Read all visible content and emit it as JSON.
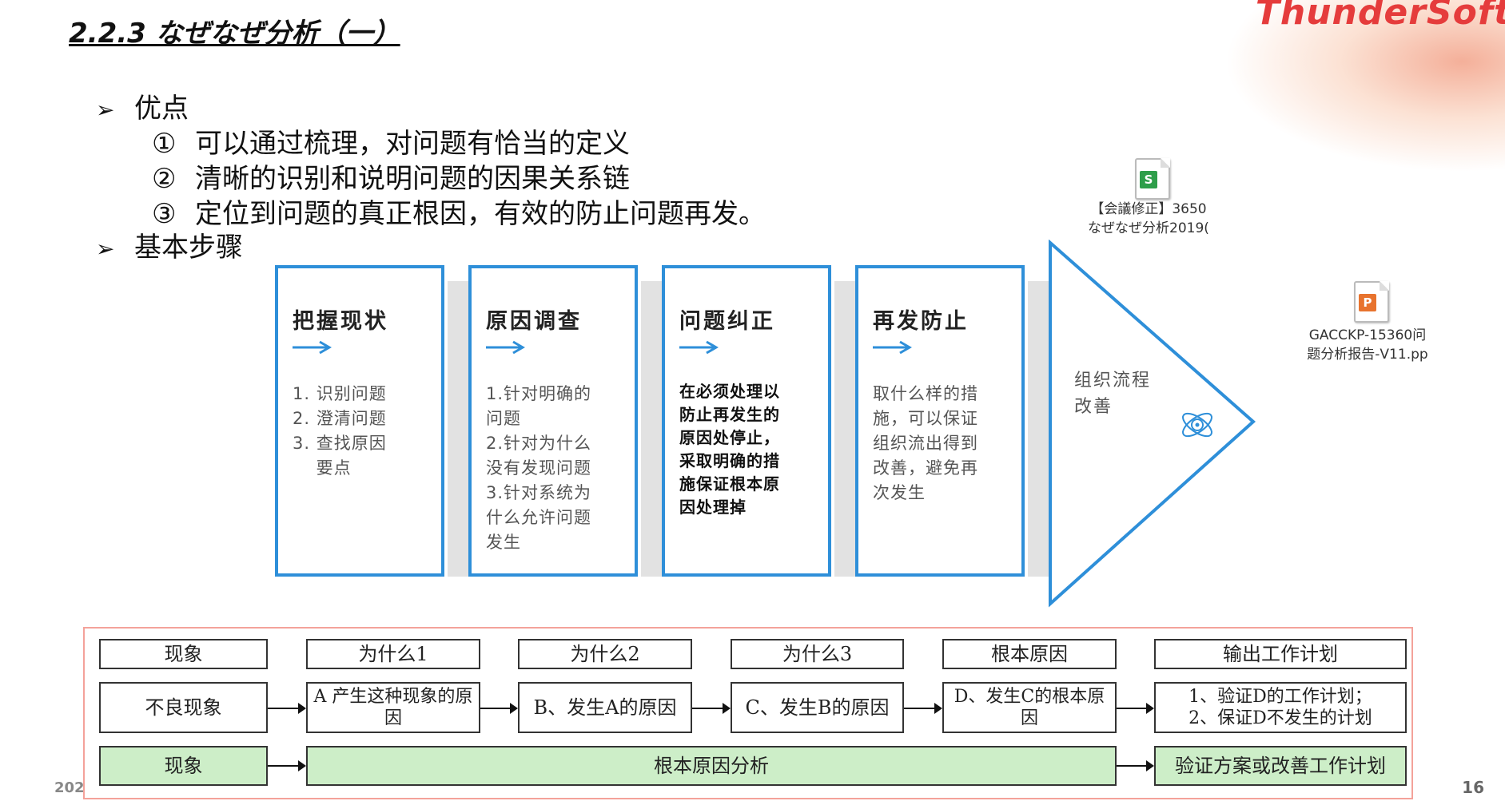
{
  "title": "2.2.3 なぜなぜ分析（一）",
  "brand": {
    "logo_text": "ThunderSoft",
    "accent_color": "#e53c3c"
  },
  "bullets": {
    "advantages_label": "优点",
    "advantages": [
      {
        "num": "①",
        "text": "可以通过梳理，对问题有恰当的定义"
      },
      {
        "num": "②",
        "text": "清晰的识别和说明问题的因果关系链"
      },
      {
        "num": "③",
        "text": "定位到问题的真正根因，有效的防止问题再发。"
      }
    ],
    "steps_label": "基本步骤"
  },
  "attachments": [
    {
      "icon": "spreadsheet-file-icon",
      "badge": "S",
      "color": "#2e9e4a",
      "caption_line1": "【会議修正】3650",
      "caption_line2": "なぜなぜ分析2019("
    },
    {
      "icon": "presentation-file-icon",
      "badge": "P",
      "color": "#e8732e",
      "caption_line1": "GACCKP-15360问",
      "caption_line2": "题分析报告-V11.pp"
    }
  ],
  "process": {
    "color": "#2e8fd9",
    "steps": [
      {
        "title": "把握现状",
        "lines": [
          "1. 识别问题",
          "2. 澄清问题",
          "3. 查找原因",
          "　 要点"
        ]
      },
      {
        "title": "原因调查",
        "lines": [
          "1.针对明确的",
          "问题",
          "2.针对为什么",
          "没有发现问题",
          "3.针对系统为",
          "什么允许问题",
          "发生"
        ]
      },
      {
        "title": "问题纠正",
        "lines": [
          "在必须处理以",
          "防止再发生的",
          "原因处停止，",
          "采取明确的措",
          "施保证根本原",
          "因处理掉"
        ]
      },
      {
        "title": "再发防止",
        "lines": [
          "取什么样的措",
          "施，可以保证",
          "组织流出得到",
          "改善，避免再",
          "次发生"
        ]
      }
    ],
    "final": {
      "lines": [
        "组织流程",
        "改善"
      ],
      "icon": "atom-icon"
    }
  },
  "table": {
    "headers": [
      "现象",
      "为什么1",
      "为什么2",
      "为什么3",
      "根本原因",
      "输出工作计划"
    ],
    "row": [
      "不良现象",
      "A 产生这种现象的原因",
      "B、发生A的原因",
      "C、发生B的原因",
      "D、发生C的根本原因",
      "1、验证D的工作计划；\n2、保证D不发生的计划"
    ],
    "summary": [
      "现象",
      "根本原因分析",
      "验证方案或改善工作计划"
    ]
  },
  "footer": {
    "left": "202",
    "page_number": "16"
  }
}
